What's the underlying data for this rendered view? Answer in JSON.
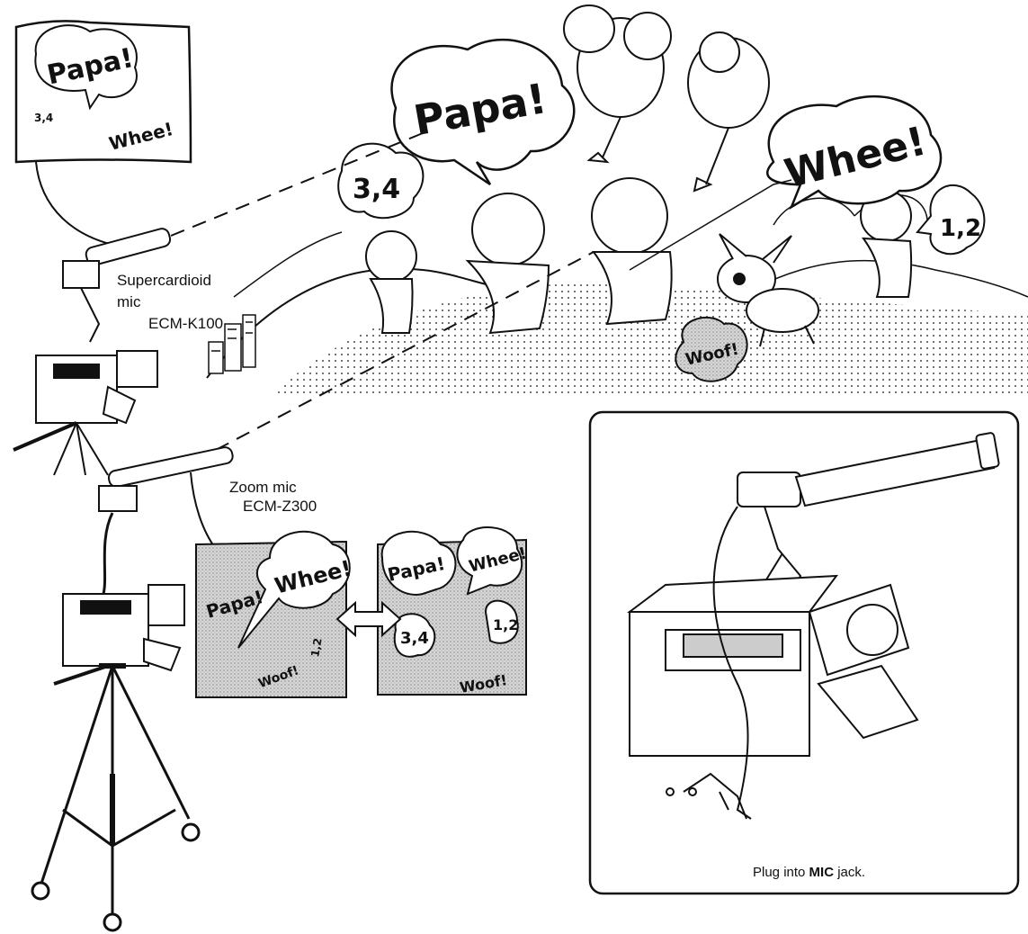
{
  "labels": {
    "supercardioid_line1": "Supercardioid",
    "supercardioid_line2": "mic",
    "supercardioid_model": "ECM-K100",
    "zoom_line1": "Zoom mic",
    "zoom_model": "ECM-Z300",
    "inset_caption_pre": "Plug into ",
    "inset_caption_bold": "MIC",
    "inset_caption_post": " jack."
  },
  "bubbles": {
    "papa": "Papa!",
    "whee": "Whee!",
    "woof": "Woof!",
    "count34": "3,4",
    "count12": "1,2"
  },
  "colors": {
    "ink": "#111111",
    "paper": "#ffffff",
    "screen": "#c8c8c8",
    "dots": "#555555"
  }
}
